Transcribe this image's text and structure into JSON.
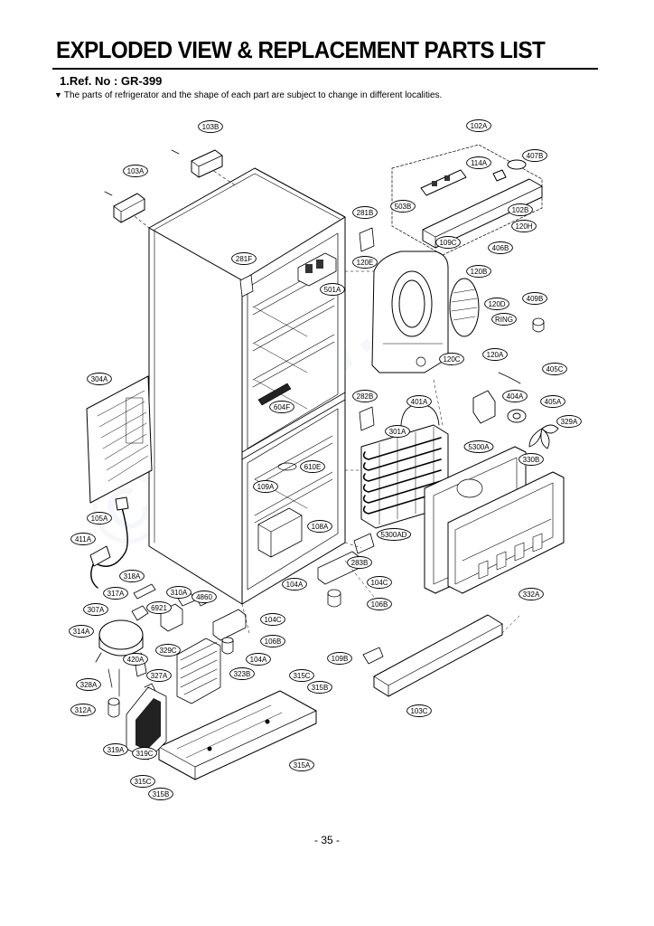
{
  "header": {
    "title": "EXPLODED VIEW & REPLACEMENT PARTS LIST",
    "ref_no": "1.Ref. No : GR-399",
    "notice_marker": "▼",
    "notice": "The parts of refrigerator and the shape of each part are subject to change in different localities."
  },
  "diagram": {
    "callouts": [
      "103B",
      "103A",
      "102A",
      "407B",
      "114A",
      "503B",
      "102B",
      "120H",
      "109C",
      "406B",
      "281B",
      "281F",
      "120E",
      "501A",
      "120B",
      "120D",
      "409B",
      "RING",
      "120C",
      "120A",
      "405C",
      "304A",
      "604F",
      "282B",
      "401A",
      "404A",
      "405A",
      "329A",
      "301A",
      "5300A",
      "330B",
      "610E",
      "109A",
      "105A",
      "108A",
      "5300AD",
      "411A",
      "283B",
      "104A",
      "104C",
      "106B",
      "332A",
      "318A",
      "317A",
      "310A",
      "4860",
      "307A",
      "6921",
      "104C",
      "314A",
      "106B",
      "420A",
      "329C",
      "104A",
      "109B",
      "327A",
      "323B",
      "315C",
      "315B",
      "328A",
      "103C",
      "312A",
      "319A",
      "319C",
      "315A",
      "315C",
      "315B"
    ]
  },
  "watermark": "© www.",
  "footer": {
    "page_number": "- 35 -"
  }
}
